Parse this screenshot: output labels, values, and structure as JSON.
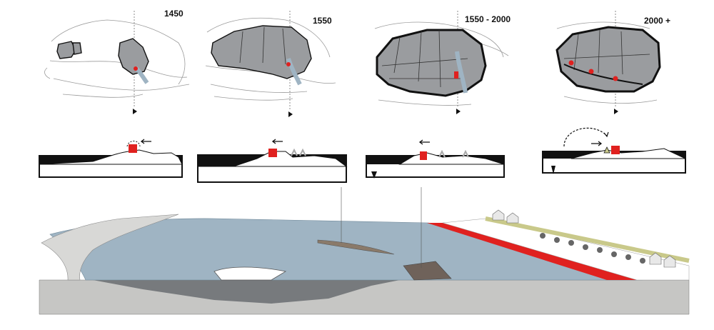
{
  "periods": [
    {
      "label": "1450"
    },
    {
      "label": "1550"
    },
    {
      "label": "1550 - 2000"
    },
    {
      "label": "2000 +"
    }
  ],
  "colors": {
    "water": "#9fb4c3",
    "land_grey": "#9a9c9f",
    "ground": "#c6c6c4",
    "dyke_red": "#e0211f",
    "dark": "#111111",
    "dune_green": "#c9c98a"
  }
}
